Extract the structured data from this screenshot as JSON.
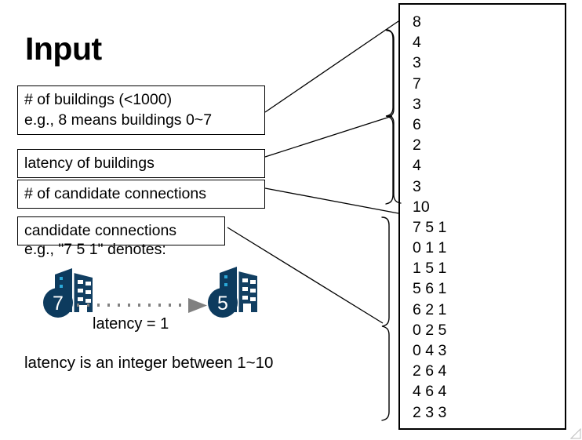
{
  "slide": {
    "title": "Input",
    "background_color": "#ffffff",
    "text_color": "#000000"
  },
  "boxes": [
    {
      "name": "buildings-count",
      "lines": [
        "# of buildings (<1000)",
        "e.g., 8 means buildings 0~7"
      ]
    },
    {
      "name": "latency-of-buildings",
      "lines": [
        "latency of buildings"
      ]
    },
    {
      "name": "candidate-connection-count",
      "lines": [
        "# of candidate connections"
      ]
    },
    {
      "name": "candidate-connections",
      "lines": [
        "candidate connections"
      ]
    }
  ],
  "notes": {
    "example": "e.g., \"7 5 1\" denotes:",
    "latency_equals": "latency = 1",
    "latency_range": "latency is an integer between 1~10"
  },
  "example_edge": {
    "from_building": "7",
    "to_building": "5",
    "latency": "1",
    "icon_color": "#0d3b5e",
    "icon_accent_color": "#2aa8d8",
    "arrow_color": "#808080"
  },
  "data_panel": {
    "border_color": "#000000",
    "rows": [
      "8",
      "4",
      "3",
      "7",
      "3",
      "6",
      "2",
      "4",
      "3",
      "10",
      "7 5 1",
      "0 1 1",
      "1 5 1",
      "5 6 1",
      "6 2 1",
      "0 2 5",
      "0 4 3",
      "2 6 4",
      "4 6 4",
      "2 3 3"
    ],
    "groups": {
      "buildings_count": "8",
      "latencies": [
        "4",
        "3",
        "7",
        "3",
        "6",
        "2",
        "4",
        "3"
      ],
      "candidate_count": "10",
      "connections": [
        "7 5 1",
        "0 1 1",
        "1 5 1",
        "5 6 1",
        "6 2 1",
        "0 2 5",
        "0 4 3",
        "2 6 4",
        "4 6 4",
        "2 3 3"
      ]
    }
  }
}
